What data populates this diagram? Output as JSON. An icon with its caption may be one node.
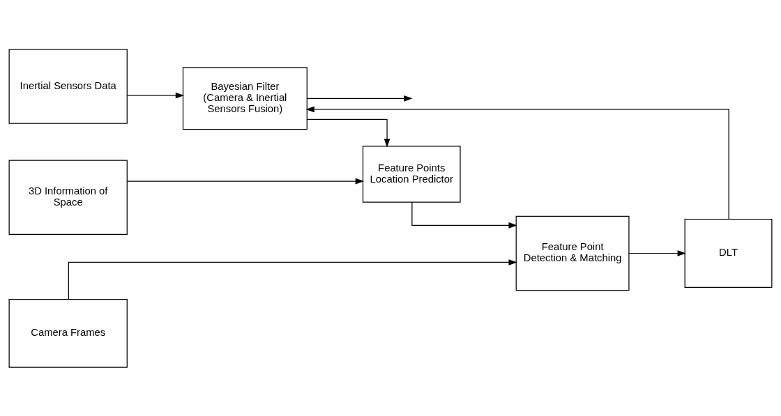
{
  "diagram": {
    "nodes": [
      {
        "text": [
          "Inertial Sensors Data"
        ]
      },
      {
        "text": [
          "Bayesian Filter (Camera & Inertial Sensors Fusion)"
        ]
      },
      {
        "text": [
          "Camera Frames"
        ]
      },
      {
        "text": [
          "Feature Point Detection & Matching"
        ]
      },
      {
        "text": [
          "DLT"
        ]
      },
      {
        "text": [
          "3D Information of Space"
        ]
      },
      {
        "text": [
          "Feature Points Location Predictor"
        ]
      }
    ],
    "edges": [
      {
        "from": 0,
        "to": 1,
        "arrow": "to"
      },
      {
        "from": 2,
        "to": 3,
        "arrow": "to"
      },
      {
        "from": 3,
        "to": 4,
        "arrow": "to"
      },
      {
        "from": 4,
        "to": 1,
        "arrow": "to"
      },
      {
        "from": 5,
        "to": 6,
        "arrow": "to"
      },
      {
        "from": 6,
        "to": 3,
        "arrow": "to"
      },
      {
        "from": 1,
        "to": null,
        "arrow": "to"
      },
      {
        "from": 1,
        "to": 6,
        "arrow": "to"
      }
    ]
  }
}
